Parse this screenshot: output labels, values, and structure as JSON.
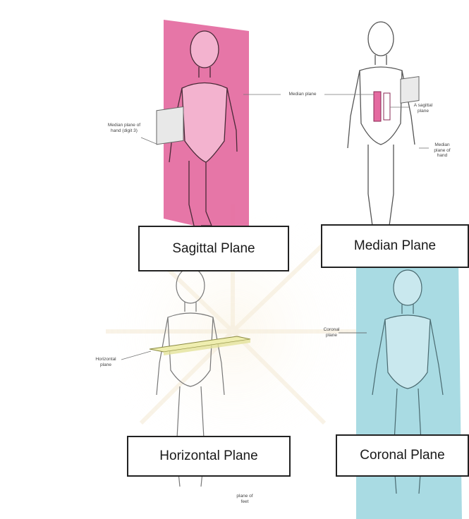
{
  "labels": {
    "sagittal": "Sagittal Plane",
    "median": "Median Plane",
    "horizontal": "Horizontal Plane",
    "coronal": "Coronal Plane"
  },
  "annotations": {
    "median_plane_hand_left": "Median plane of hand (digit 3)",
    "median_plane": "Median plane",
    "a_sagittal_plane": "A sagittal plane",
    "median_plane_hand_right": "Median plane of hand",
    "horizontal_plane": "Horizontal plane",
    "coronal_plane": "Coronal plane",
    "median_plane_feet": "plane of feet"
  },
  "colors": {
    "sagittal_plane": "#e46aa0",
    "coronal_plane": "#a9dbe3",
    "horizontal_plane": "#efeeb0",
    "outline": "#555555"
  }
}
